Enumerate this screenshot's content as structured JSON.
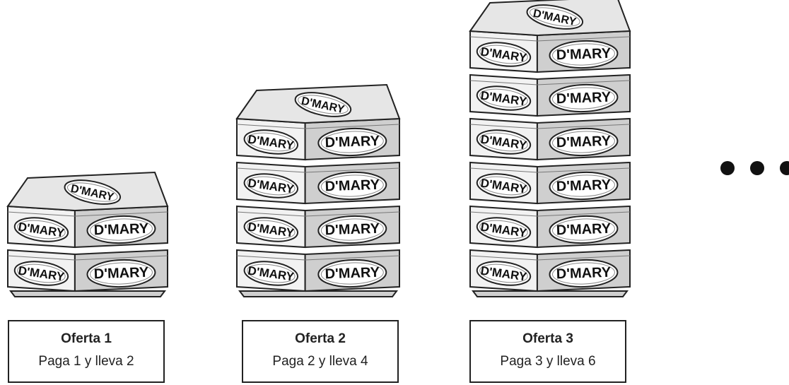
{
  "brand_label": "D'MARY",
  "offers": [
    {
      "title": "Oferta 1",
      "description": "Paga 1 y lleva 2",
      "box_count": 2
    },
    {
      "title": "Oferta 2",
      "description": "Paga 2 y lleva 4",
      "box_count": 4
    },
    {
      "title": "Oferta 3",
      "description": "Paga 3 y lleva 6",
      "box_count": 6
    }
  ],
  "continuation": "• • •",
  "colors": {
    "box_front": "#f2f2f2",
    "box_top": "#e6e6e6",
    "box_side": "#cfcfcf",
    "outline": "#222222"
  }
}
